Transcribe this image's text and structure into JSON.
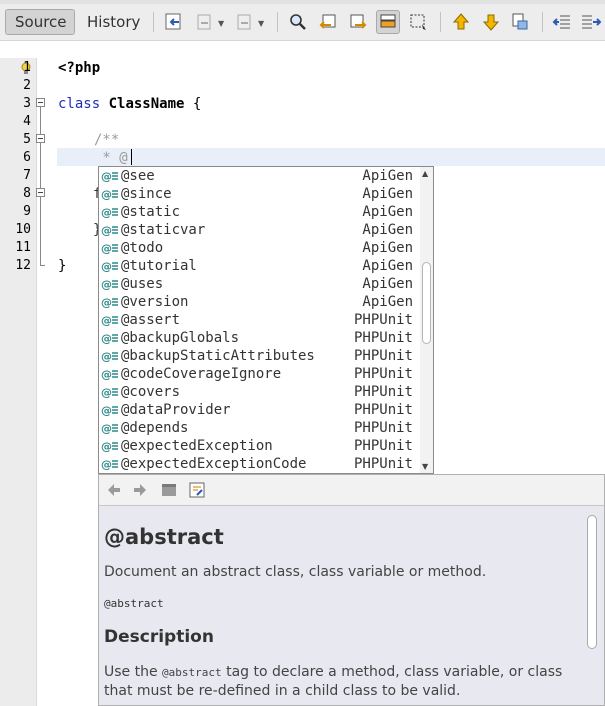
{
  "toolbar": {
    "source_label": "Source",
    "history_label": "History"
  },
  "editor": {
    "line_numbers": [
      "1",
      "2",
      "3",
      "4",
      "5",
      "6",
      "7",
      "8",
      "9",
      "10",
      "11",
      "12"
    ],
    "line1": "<?php",
    "line3_kw": "class",
    "line3_name": "ClassName",
    "line3_brace": "{",
    "line5": "/**",
    "line6": " * @",
    "line8_frag": "f",
    "line10_frag": "}",
    "line12": "}"
  },
  "completion": {
    "items": [
      {
        "name": "@see",
        "source": "ApiGen"
      },
      {
        "name": "@since",
        "source": "ApiGen"
      },
      {
        "name": "@static",
        "source": "ApiGen"
      },
      {
        "name": "@staticvar",
        "source": "ApiGen"
      },
      {
        "name": "@todo",
        "source": "ApiGen"
      },
      {
        "name": "@tutorial",
        "source": "ApiGen"
      },
      {
        "name": "@uses",
        "source": "ApiGen"
      },
      {
        "name": "@version",
        "source": "ApiGen"
      },
      {
        "name": "@assert",
        "source": "PHPUnit"
      },
      {
        "name": "@backupGlobals",
        "source": "PHPUnit"
      },
      {
        "name": "@backupStaticAttributes",
        "source": "PHPUnit"
      },
      {
        "name": "@codeCoverageIgnore",
        "source": "PHPUnit"
      },
      {
        "name": "@covers",
        "source": "PHPUnit"
      },
      {
        "name": "@dataProvider",
        "source": "PHPUnit"
      },
      {
        "name": "@depends",
        "source": "PHPUnit"
      },
      {
        "name": "@expectedException",
        "source": "PHPUnit"
      },
      {
        "name": "@expectedExceptionCode",
        "source": "PHPUnit"
      }
    ]
  },
  "doc": {
    "title": "@abstract",
    "description": "Document an abstract class, class variable or method.",
    "tag": "@abstract",
    "section_heading": "Description",
    "body_before": "Use the ",
    "body_code": "@abstract",
    "body_after": " tag to declare a method, class variable, or class that must be re-defined in a child class to be valid."
  }
}
